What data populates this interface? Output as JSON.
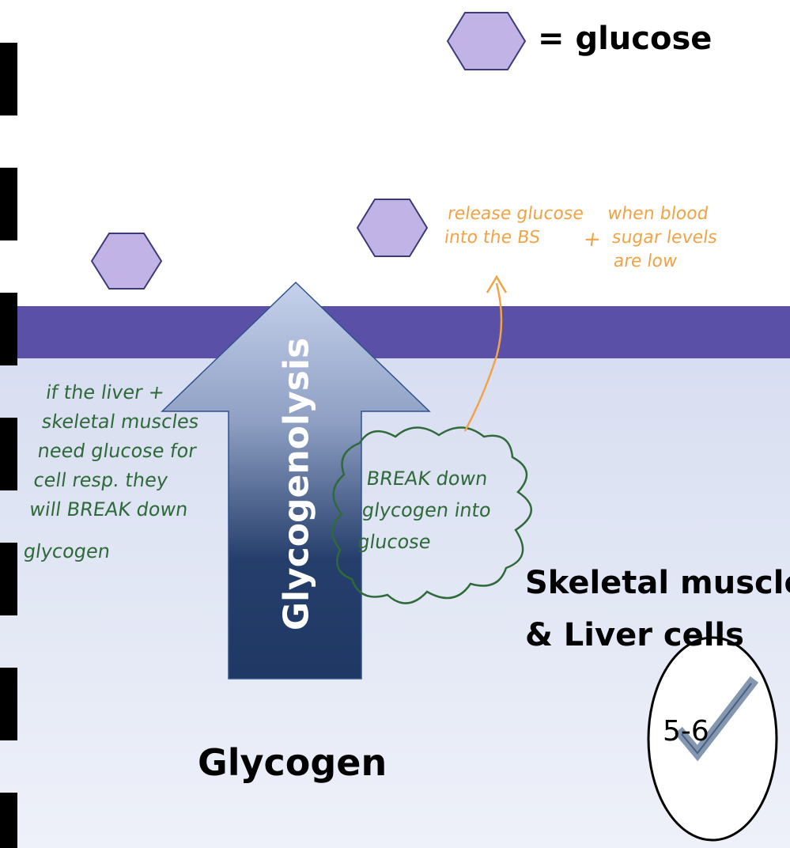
{
  "legend": {
    "label": "= glucose"
  },
  "cell": {
    "label_line1": "Skeletal muscle",
    "label_line2": "& Liver cells"
  },
  "storage": {
    "label": "Glycogen"
  },
  "pathway": {
    "label": "Glycogenolysis"
  },
  "notes": {
    "left": [
      "if the liver +",
      "skeletal muscles",
      "need glucose for",
      "cell resp. they",
      "will BREAK down",
      "glycogen"
    ],
    "cloud": [
      "BREAK down",
      "glycogen into",
      "glucose"
    ],
    "release": [
      "release glucose",
      "into the BS"
    ],
    "plus": "+",
    "condition": [
      "when blood",
      "sugar levels",
      "are low"
    ]
  },
  "grade": {
    "label": "5-6"
  },
  "colors": {
    "glucose_fill": "#c2b3e7",
    "membrane": "#5a50a8",
    "cell_interior": "#dde3f3",
    "arrow_top": "#c6d2ec",
    "arrow_bottom": "#1f3864",
    "green_ink": "#2f6b3a",
    "orange_ink": "#f0a448",
    "checkmark": "#8497b0"
  },
  "icons": {
    "glucose": "hexagon-icon",
    "grade": "checkmark-icon"
  }
}
